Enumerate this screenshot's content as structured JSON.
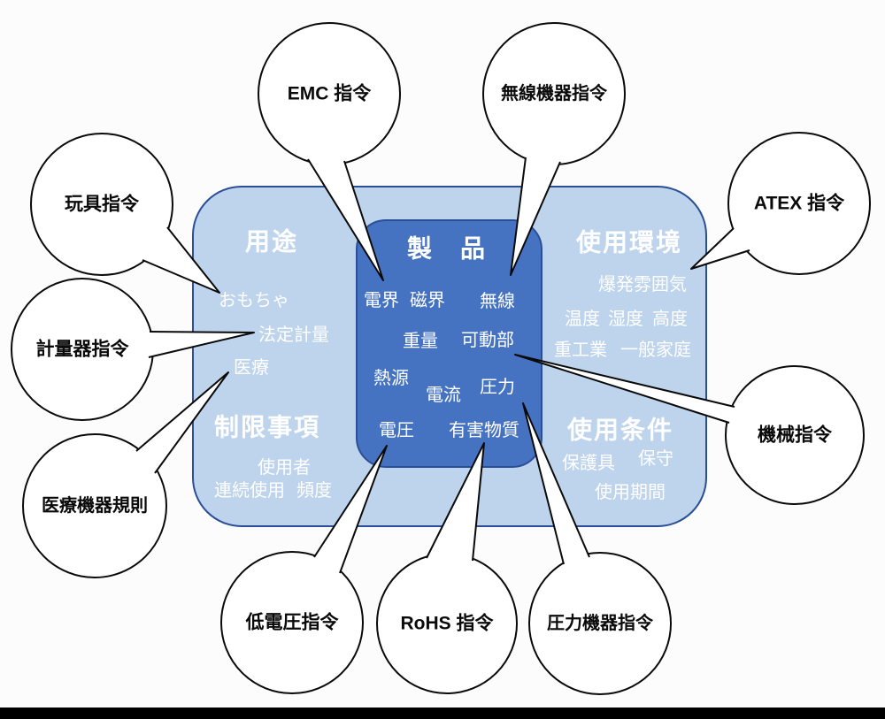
{
  "colors": {
    "background": "#FCFCFC",
    "outer_box_fill": "#BED3EC",
    "inner_box_fill": "#4573C2",
    "box_border": "#2B4E96",
    "bubble_fill": "#FFFFFF",
    "bubble_border": "#0A0A0A",
    "box_text": "#FFFFFF",
    "footer_bar": "#000000"
  },
  "product_box": {
    "title": "製　品",
    "items": [
      "電界",
      "磁界",
      "無線",
      "重量",
      "可動部",
      "熱源",
      "電流",
      "圧力",
      "電圧",
      "有害物質"
    ]
  },
  "usage_section": {
    "title": "用途",
    "items": [
      "おもちゃ",
      "法定計量",
      "医療"
    ]
  },
  "environment_section": {
    "title": "使用環境",
    "items": [
      "爆発雰囲気",
      "温度",
      "湿度",
      "高度",
      "重工業",
      "一般家庭"
    ]
  },
  "restrictions_section": {
    "title": "制限事項",
    "items": [
      "使用者",
      "連続使用",
      "頻度"
    ]
  },
  "conditions_section": {
    "title": "使用条件",
    "items": [
      "保護具",
      "保守",
      "使用期間"
    ]
  },
  "bubbles": {
    "emc": "EMC 指令",
    "radio": "無線機器指令",
    "toy": "玩具指令",
    "measuring": "計量器指令",
    "medical": "医療機器規則",
    "atex": "ATEX 指令",
    "machinery": "機械指令",
    "low_voltage": "低電圧指令",
    "rohs": "RoHS 指令",
    "pressure": "圧力機器指令"
  }
}
